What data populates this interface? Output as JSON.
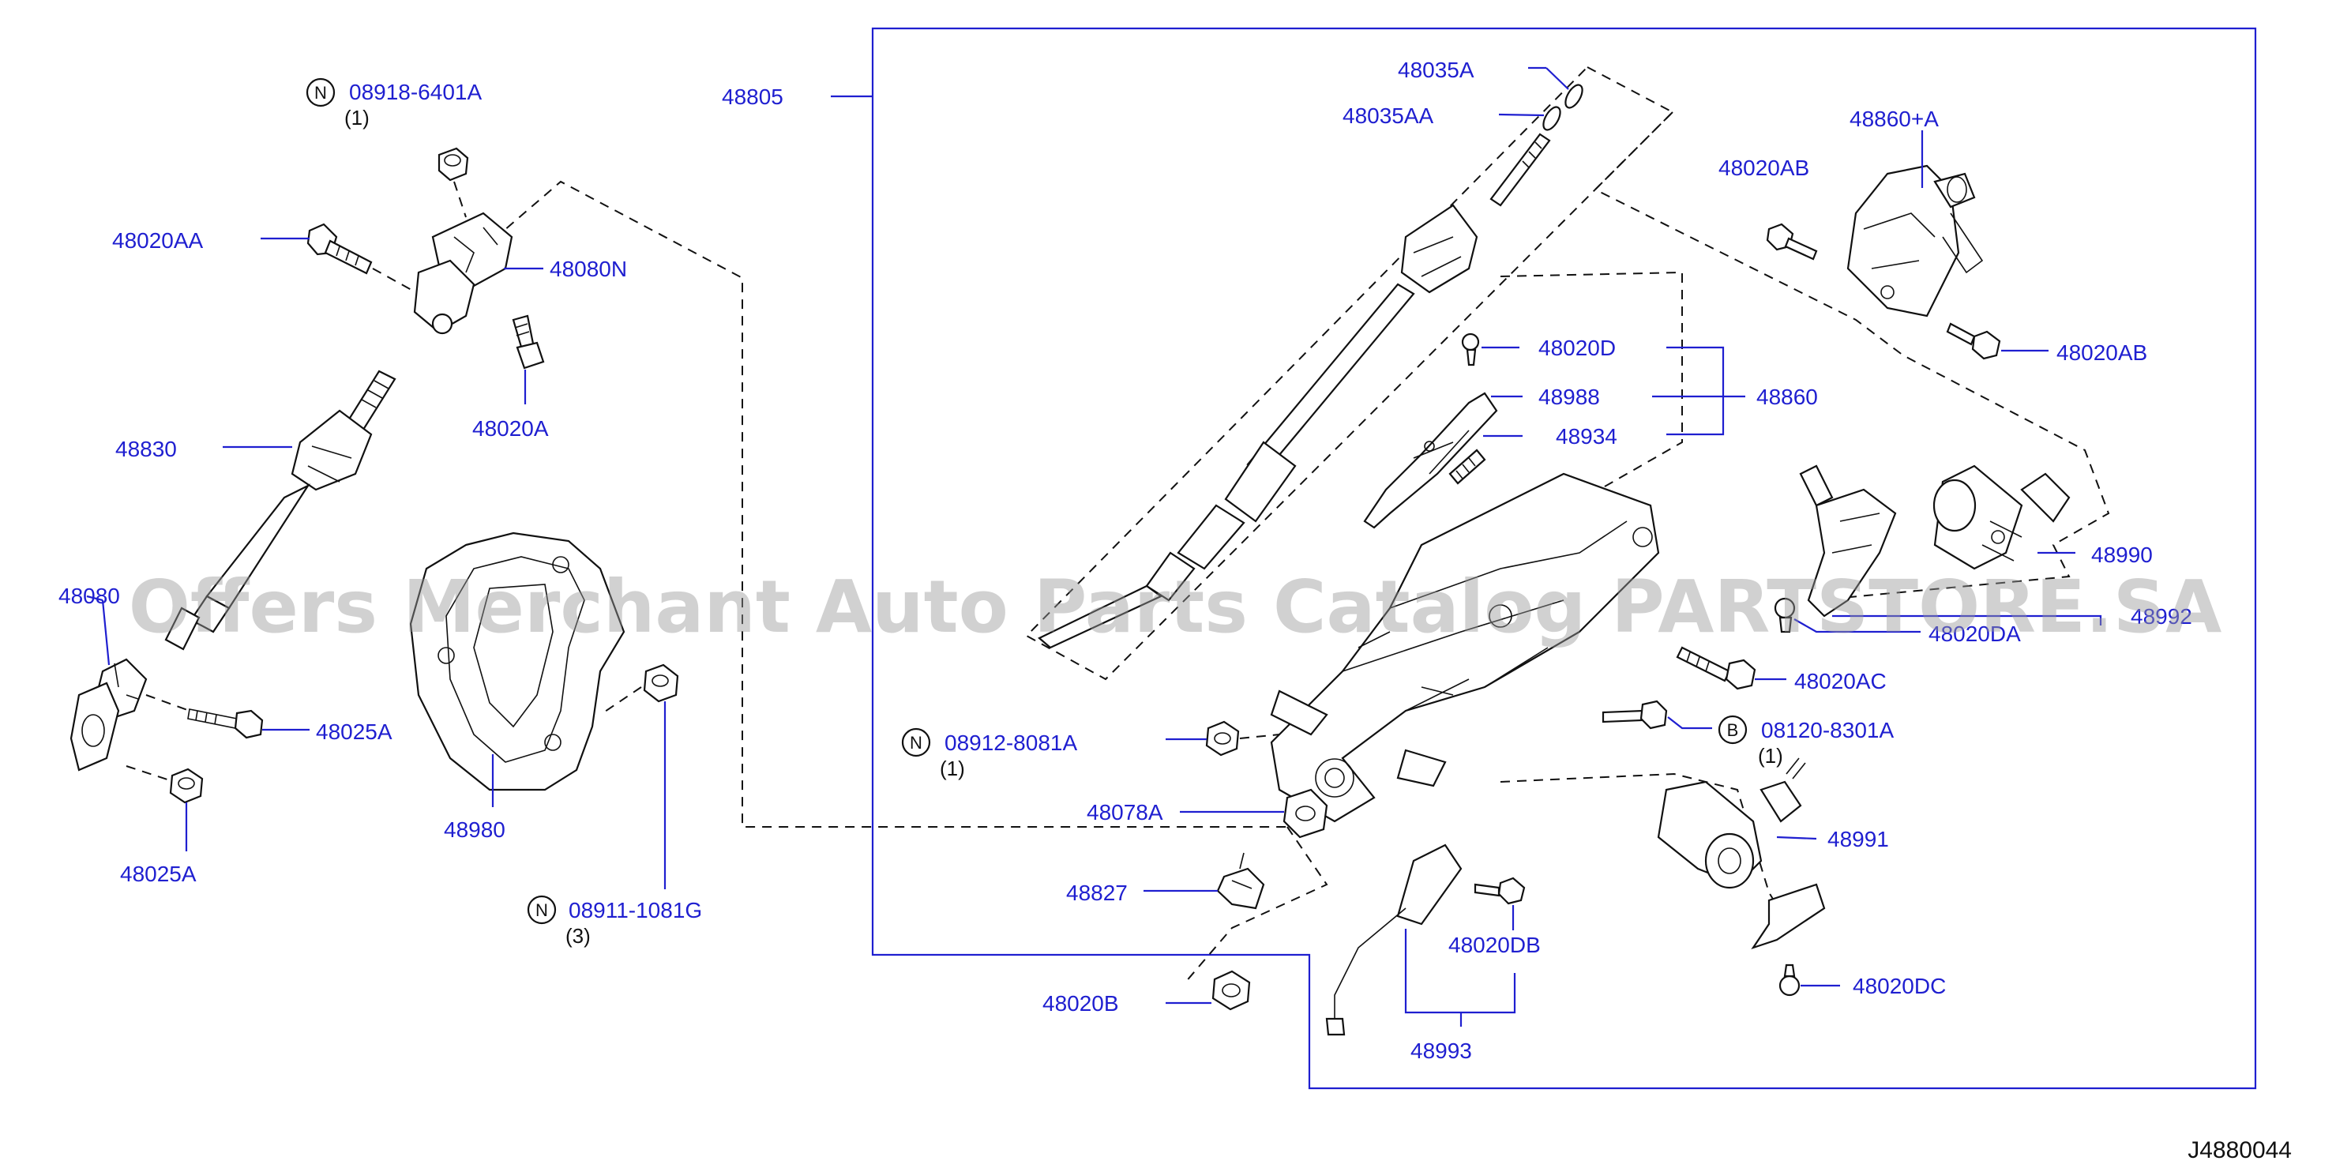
{
  "diagram_id": "J4880044",
  "watermark": "Offers Merchant Auto Parts Catalog PARTSTORE.SA",
  "badges": {
    "nut": "N",
    "bolt": "B"
  },
  "parts": {
    "p48805": "48805",
    "p08918": {
      "number": "08918-6401A",
      "qty": "(1)"
    },
    "p48020AA": "48020AA",
    "p48080N": "48080N",
    "p48020A": "48020A",
    "p48830": "48830",
    "p48080": "48080",
    "p48025A_bolt": "48025A",
    "p48025A_nut": "48025A",
    "p48980": "48980",
    "p08911": {
      "number": "08911-1081G",
      "qty": "(3)"
    },
    "p48035A": "48035A",
    "p48035AA": "48035AA",
    "p48860A": "48860+A",
    "p48020AB_top": "48020AB",
    "p48020AB_bottom": "48020AB",
    "p48020D": "48020D",
    "p48988": "48988",
    "p48934": "48934",
    "p48860": "48860",
    "p48990": "48990",
    "p48020DA": "48020DA",
    "p48992": "48992",
    "p48020AC": "48020AC",
    "p08120": {
      "number": "08120-8301A",
      "qty": "(1)"
    },
    "p08912": {
      "number": "08912-8081A",
      "qty": "(1)"
    },
    "p48078A": "48078A",
    "p48827": "48827",
    "p48991": "48991",
    "p48020DB": "48020DB",
    "p48020B": "48020B",
    "p48020DC": "48020DC",
    "p48993": "48993"
  }
}
